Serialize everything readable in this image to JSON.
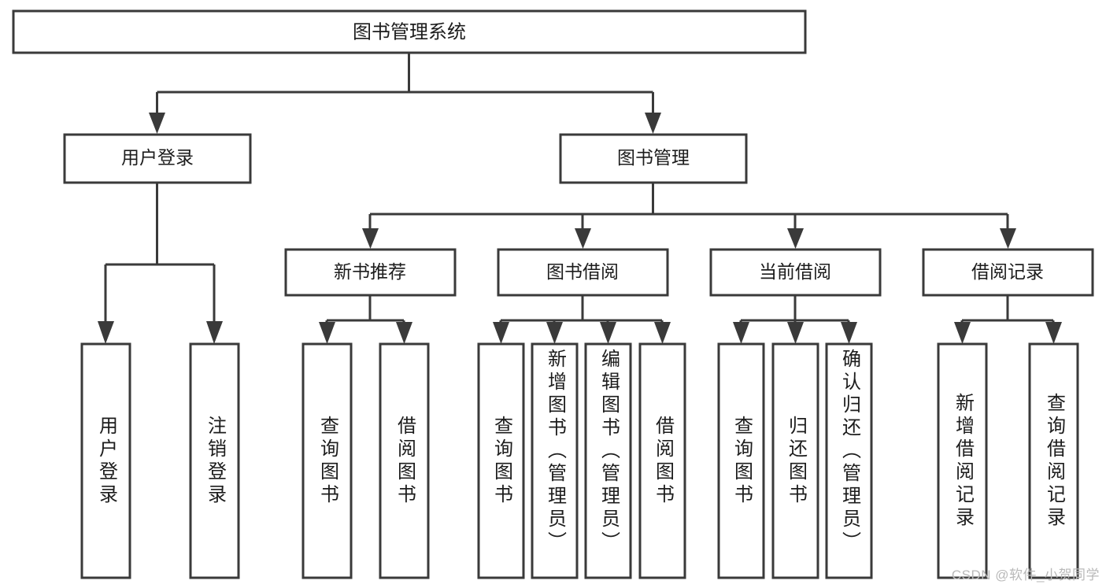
{
  "diagram": {
    "title": "图书管理系统",
    "type": "tree-hierarchy-chart",
    "orientation": "top-down",
    "colors": {
      "box_fill": "#ffffff",
      "box_stroke": "#3a3a3a",
      "connector": "#3a3a3a",
      "text": "#1c1c1c",
      "watermark": "#b9b9b9",
      "background": "#ffffff"
    }
  },
  "root": {
    "label": "图书管理系统"
  },
  "level2": {
    "user_login": {
      "label": "用户登录"
    },
    "book_manage": {
      "label": "图书管理"
    }
  },
  "level3": {
    "new_book_rec": {
      "label": "新书推荐"
    },
    "book_borrow": {
      "label": "图书借阅"
    },
    "current_borrow": {
      "label": "当前借阅"
    },
    "borrow_record": {
      "label": "借阅记录"
    }
  },
  "leaves": {
    "user_login": [
      {
        "label": "用户登录"
      },
      {
        "label": "注销登录"
      }
    ],
    "new_book_rec": [
      {
        "label": "查询图书"
      },
      {
        "label": "借阅图书"
      }
    ],
    "book_borrow": [
      {
        "label": "查询图书"
      },
      {
        "label": "新增图书（管理员）"
      },
      {
        "label": "编辑图书（管理员）"
      },
      {
        "label": "借阅图书"
      }
    ],
    "current_borrow": [
      {
        "label": "查询图书"
      },
      {
        "label": "归还图书"
      },
      {
        "label": "确认归还（管理员）"
      }
    ],
    "borrow_record": [
      {
        "label": "新增借阅记录"
      },
      {
        "label": "查询借阅记录"
      }
    ]
  },
  "watermark": {
    "text": "CSDN @软件_小贺同学"
  }
}
